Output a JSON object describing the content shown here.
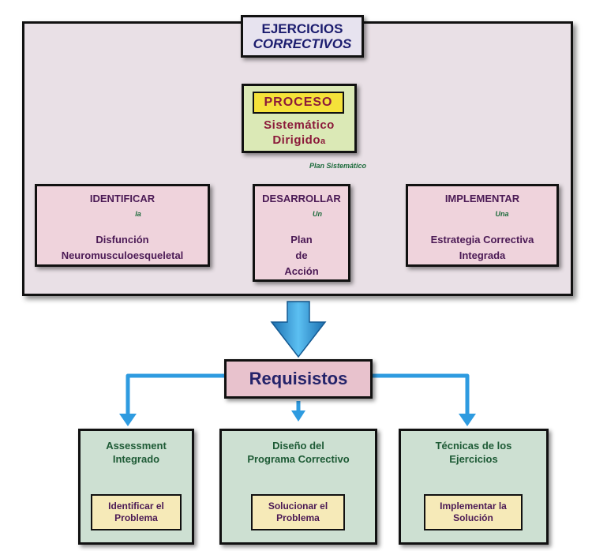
{
  "title": {
    "line1": "EJERCICIOS",
    "line2": "CORRECTIVOS"
  },
  "process": {
    "label": "PROCESO",
    "line1": "Sistemático",
    "line2": "Dirigido",
    "line2_suffix": "a",
    "connector": "Plan Sistemático"
  },
  "steps": [
    {
      "title": "IDENTIFICAR",
      "connector": "la",
      "line1": "Disfunción",
      "line2": "Neuromusculoesqueletal",
      "line3": ""
    },
    {
      "title": "DESARROLLAR",
      "connector": "Un",
      "line1": "Plan",
      "line2": "de",
      "line3": "Acción"
    },
    {
      "title": "IMPLEMENTAR",
      "connector": "Una",
      "line1": "Estrategia Correctiva",
      "line2": "Integrada",
      "line3": ""
    }
  ],
  "requirements": {
    "title": "Requisistos"
  },
  "requirement_items": [
    {
      "line1": "Assessment",
      "line2": "Integrado",
      "result_line1": "Identificar el",
      "result_line2": "Problema"
    },
    {
      "line1": "Diseño del",
      "line2": "Programa Correctivo",
      "result_line1": "Solucionar el",
      "result_line2": "Problema"
    },
    {
      "line1": "Técnicas de los",
      "line2": "Ejercicios",
      "result_line1": "Implementar la",
      "result_line2": "Solución"
    }
  ],
  "colors": {
    "arrow": "#2e9be0",
    "outer_bg": "#e9e0e6",
    "pink": "#efd3dc",
    "green": "#cde0d2",
    "yellow": "#f6eab8",
    "proceso_bg": "#dbe9b6"
  }
}
